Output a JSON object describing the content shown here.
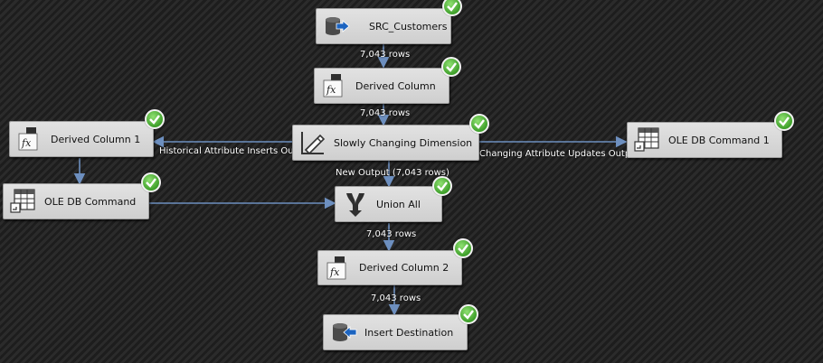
{
  "nodes": {
    "src_customers": {
      "label": "SRC_Customers",
      "icon": "source-database-icon"
    },
    "derived_column": {
      "label": "Derived Column",
      "icon": "fx-transform-icon"
    },
    "derived_column_1": {
      "label": "Derived Column 1",
      "icon": "fx-transform-icon"
    },
    "scd": {
      "label": "Slowly Changing Dimension",
      "icon": "slowly-changing-dimension-icon"
    },
    "oledb_command_1": {
      "label": "OLE DB Command 1",
      "icon": "table-command-icon"
    },
    "oledb_command": {
      "label": "OLE DB Command",
      "icon": "table-command-icon"
    },
    "union_all": {
      "label": "Union All",
      "icon": "merge-arrows-icon"
    },
    "derived_column_2": {
      "label": "Derived Column 2",
      "icon": "fx-transform-icon"
    },
    "insert_destination": {
      "label": "Insert Destination",
      "icon": "destination-database-icon"
    }
  },
  "flows": {
    "src_to_derived": "7,043 rows",
    "derived_to_scd": "7,043 rows",
    "historical_inserts": "Historical Attribute Inserts Output",
    "changing_updates": "Changing Attribute Updates Output",
    "new_output": "New Output (7,043 rows)",
    "union_to_derived2": "7,043 rows",
    "derived2_to_dest": "7,043 rows"
  },
  "status": {
    "icon": "success-check-icon",
    "color": "#4caf32"
  },
  "colors": {
    "connector": "#6d8fbf",
    "node_bg": "#d9d9d9",
    "canvas": "#262626"
  }
}
